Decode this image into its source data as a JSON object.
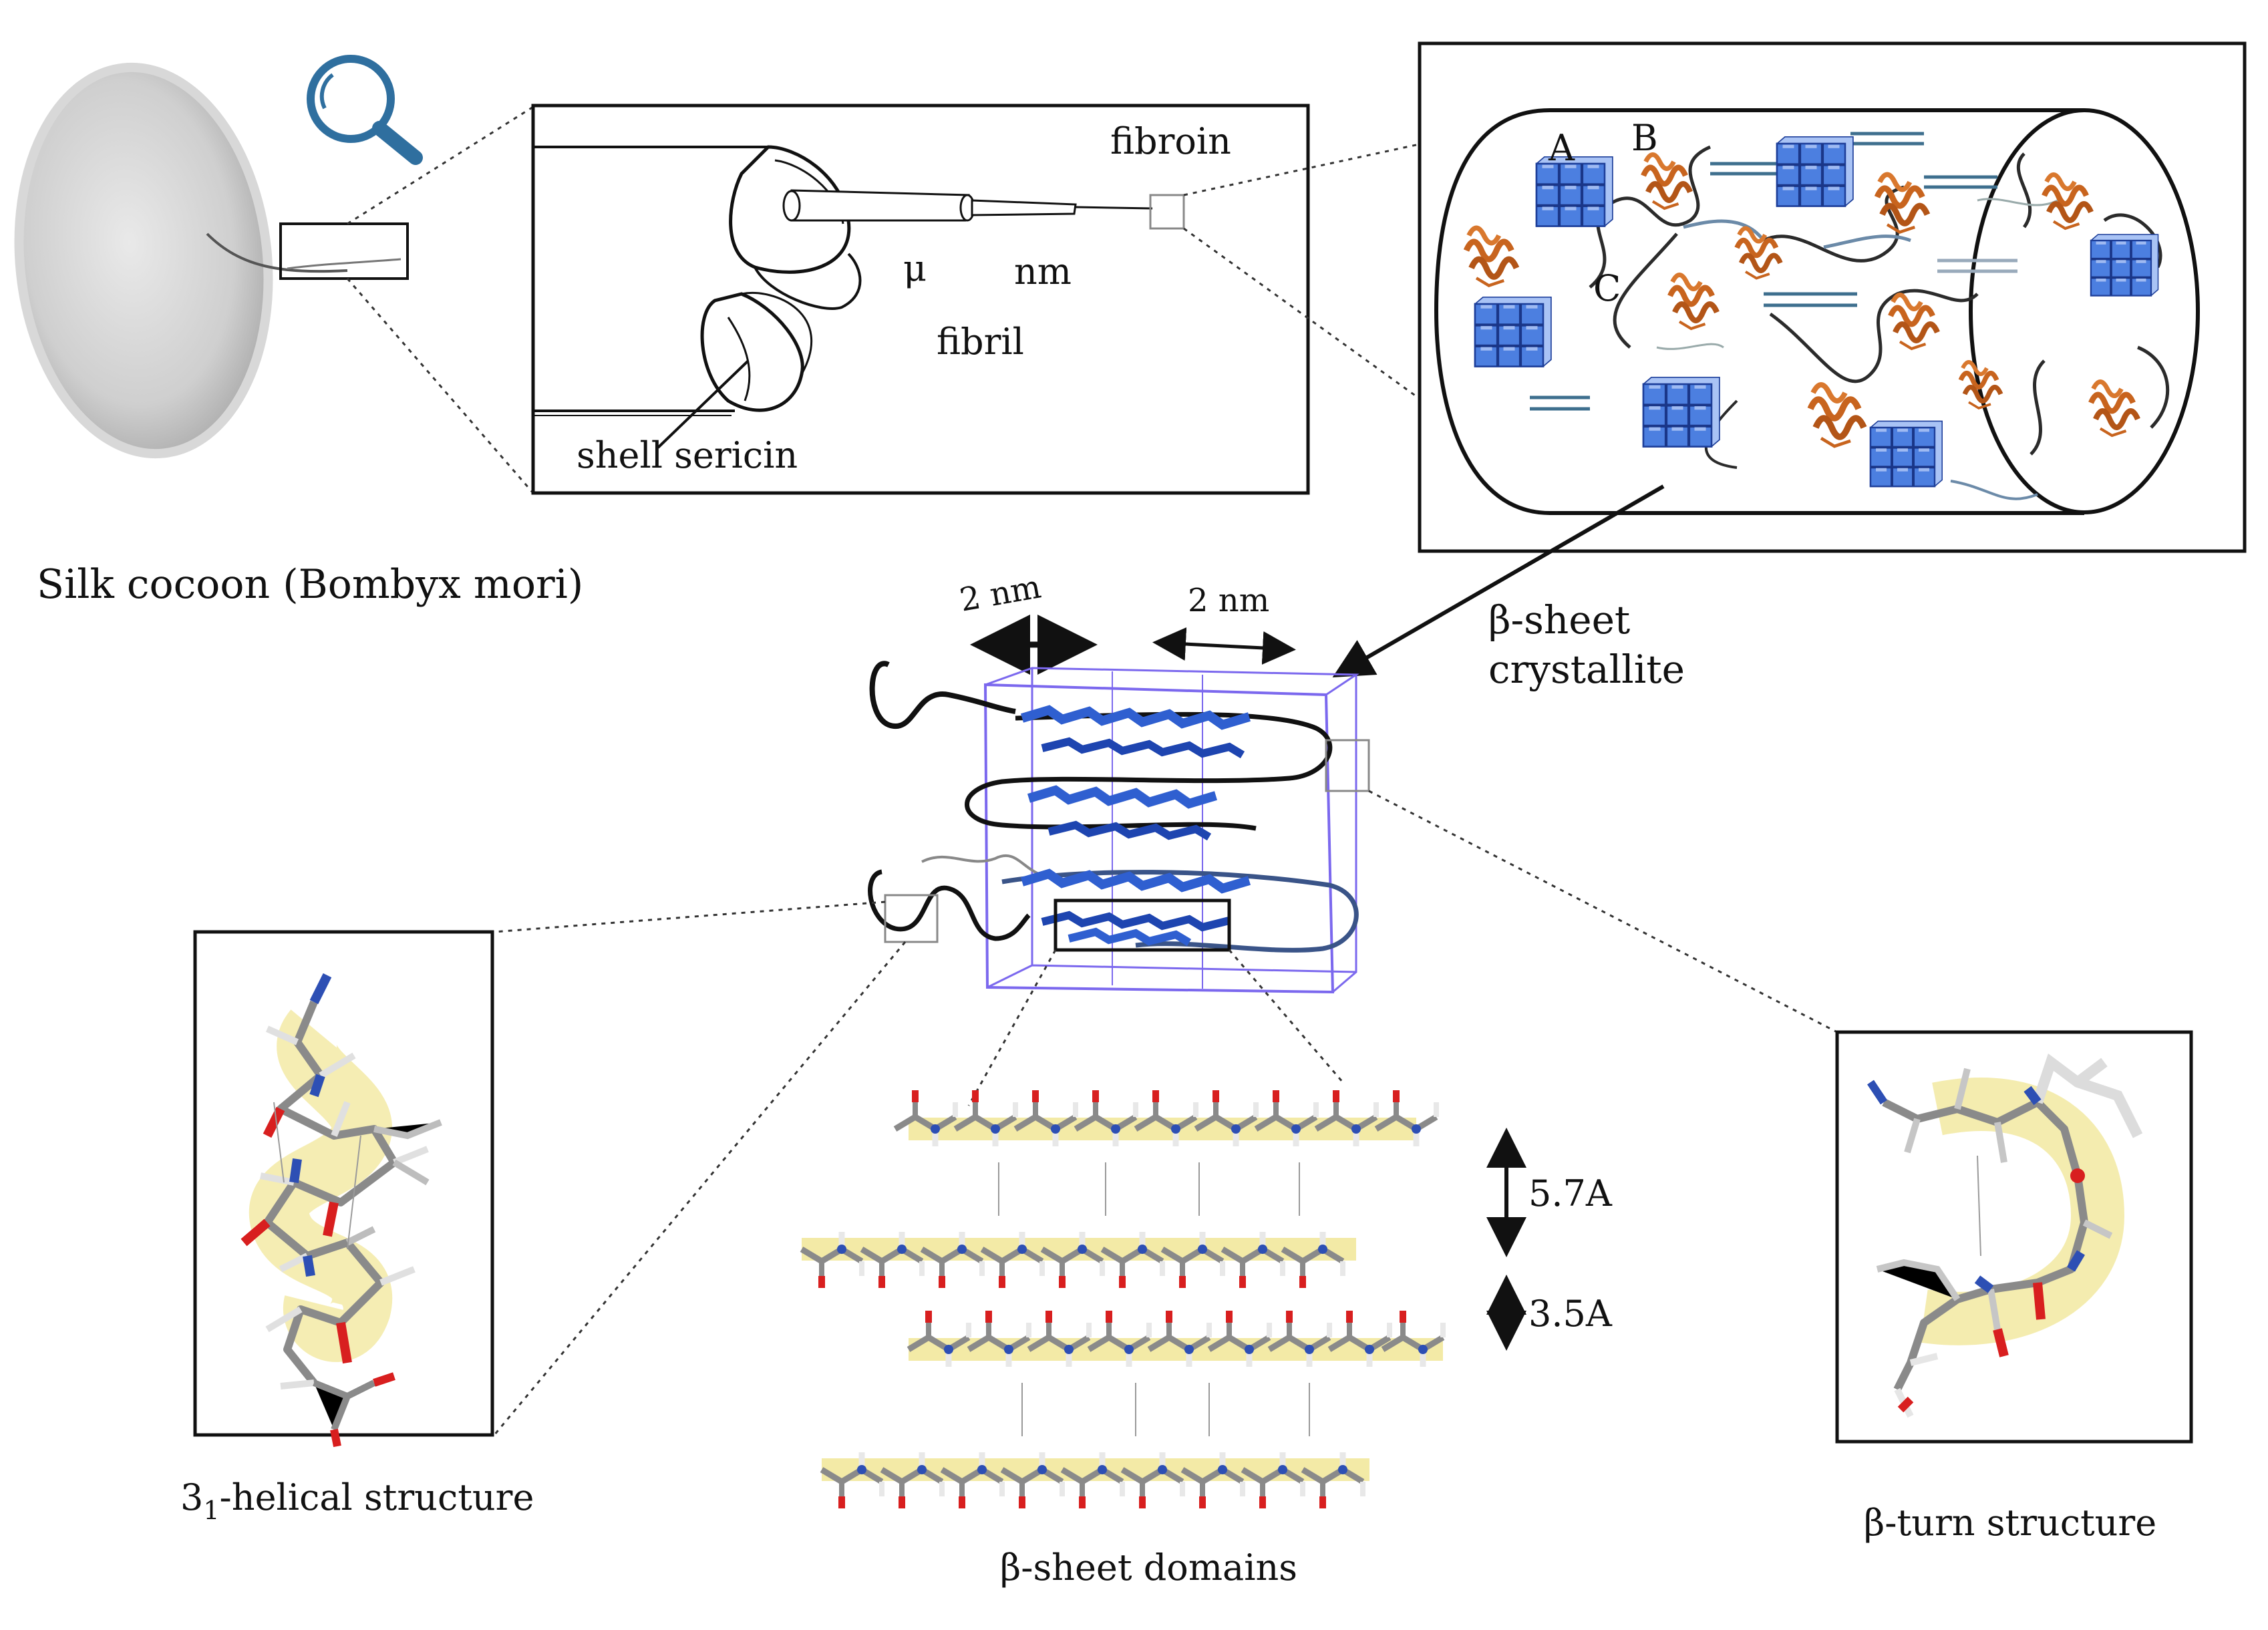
{
  "labels": {
    "cocoon": "Silk cocoon (Bombyx mori)",
    "fibroin": "fibroin",
    "micro": "μ",
    "nano": "nm",
    "fibril": "fibril",
    "sericin": "shell sericin",
    "region_a": "A",
    "region_b": "B",
    "region_c": "C",
    "crystallite_line1": "β-sheet",
    "crystallite_line2": "crystallite",
    "width_left": "2 nm",
    "width_right": "2 nm",
    "spacing_large": "5.7A",
    "spacing_small": "3.5A",
    "helical_prefix": "3",
    "helical_sub": "1",
    "helical_suffix": "-helical structure",
    "sheet_domains": "β-sheet domains",
    "turn": "β-turn structure"
  },
  "colors": {
    "sheet_blue": "#2f5fd0",
    "box_blue": "#7b68ee",
    "helix_orange": "#c8641e",
    "ribbon_yellow": "#f3eaa6",
    "oxygen_red": "#d81f1f",
    "nitrogen_blue": "#2d4fb4",
    "carbon_grey": "#8a8a8a",
    "magnifier_blue": "#2f6f9f"
  },
  "icons": [
    "magnifier-icon",
    "double-arrow-icon"
  ]
}
